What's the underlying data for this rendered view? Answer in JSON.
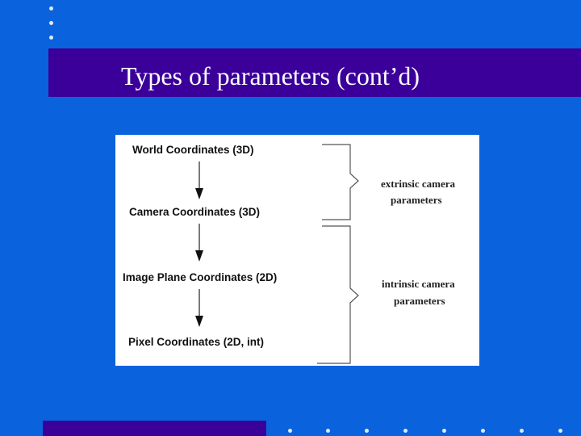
{
  "slide": {
    "title": "Types of parameters (cont’d)",
    "background_color": "#0a63dc",
    "accent_color": "#3b0099"
  },
  "diagram": {
    "coordinates": [
      "World Coordinates (3D)",
      "Camera Coordinates (3D)",
      "Image Plane Coordinates (2D)",
      "Pixel Coordinates (2D, int)"
    ],
    "groups": [
      {
        "line1": "extrinsic camera",
        "line2": "parameters"
      },
      {
        "line1": "intrinsic camera",
        "line2": "parameters"
      }
    ]
  }
}
